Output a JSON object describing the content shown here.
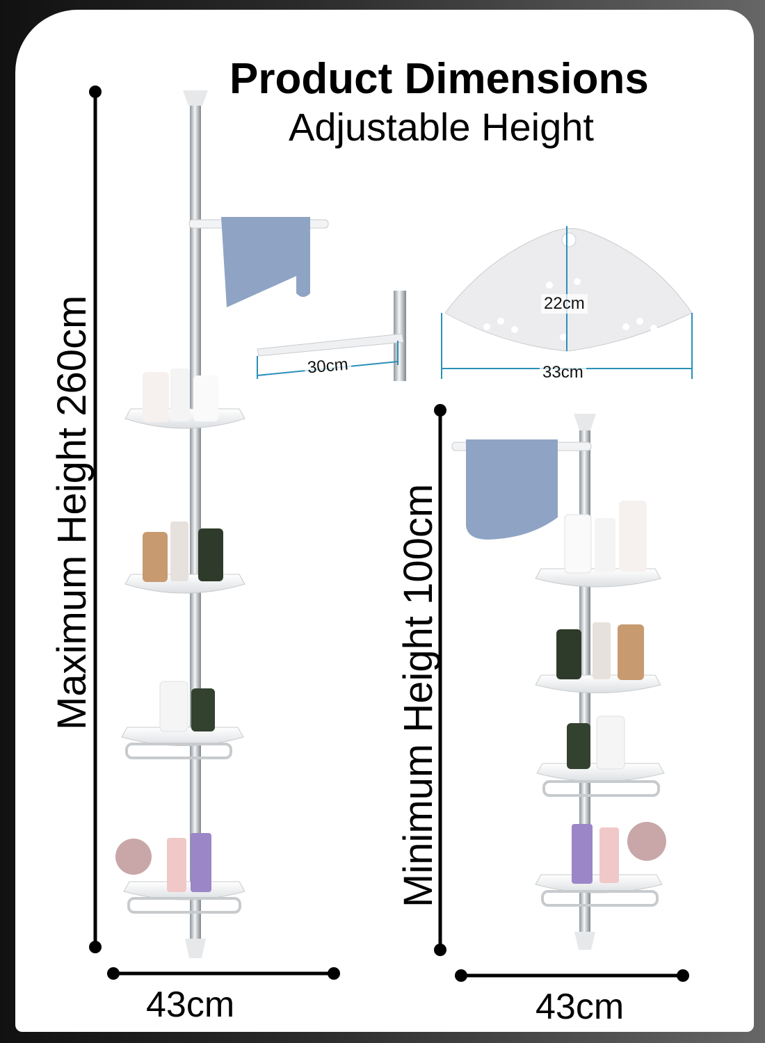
{
  "heading": {
    "title": "Product Dimensions",
    "subtitle": "Adjustable Height"
  },
  "left_product": {
    "height_label": "Maximum Height 260cm",
    "width_label": "43cm"
  },
  "right_product": {
    "height_label": "Minimum Height 100cm",
    "width_label": "43cm"
  },
  "towel_bar": {
    "length_label": "30cm"
  },
  "corner_shelf": {
    "depth_label": "22cm",
    "width_label": "33cm"
  },
  "colors": {
    "pole": "#c9cdd1",
    "shelf": "#f2f3f5",
    "towel": "#8fa4c4",
    "measure_line": "#000000",
    "measure_accent": "#2a8fb8"
  }
}
